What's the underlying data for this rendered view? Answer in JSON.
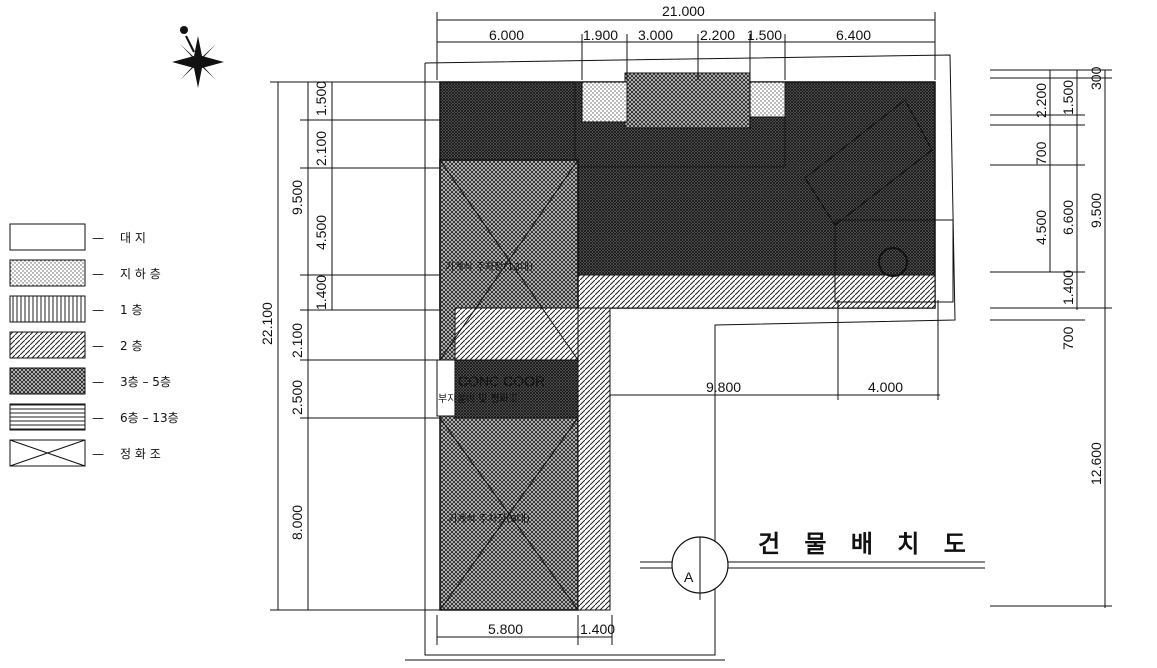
{
  "title": "건 물 배 치 도",
  "section_marker": "A",
  "legend": [
    {
      "pattern": "plain",
      "label": "대    지"
    },
    {
      "pattern": "dots",
      "label": "지 하 층"
    },
    {
      "pattern": "vertical",
      "label": "1    층"
    },
    {
      "pattern": "diagonal",
      "label": "2    층"
    },
    {
      "pattern": "cross",
      "label": "3층  –  5층"
    },
    {
      "pattern": "horizontal",
      "label": "6층  –  13층"
    },
    {
      "pattern": "xbox",
      "label": "정 화 조"
    }
  ],
  "legend_dash": "—",
  "dimensions": {
    "top_total": "21.000",
    "top_parts": [
      "6.000",
      "1.900",
      "3.000",
      "2.200",
      "1.500",
      "6.400"
    ],
    "left_total": "22.100",
    "left_group": "9.500",
    "left_parts_top": [
      "1.500",
      "2.100",
      "4.500",
      "1.400"
    ],
    "left_parts_bottom": [
      "2.100",
      "2.500",
      "8.000"
    ],
    "right_outer": [
      "300",
      "1.500",
      "9.500",
      "12.600"
    ],
    "right_inner": [
      "2.200",
      "700",
      "6.600",
      "1.400",
      "700"
    ],
    "right_far": [
      "4.500"
    ],
    "bottom_parts": [
      "5.800",
      "1.400"
    ],
    "middle": [
      "9.800",
      "4.000"
    ]
  },
  "notes": {
    "conc": "CONC COOR",
    "room_upper": "기계식 주차장(13대)",
    "room_lower": "기계식 주차장(9대)",
    "room_mid": "부지설비 및 정화조"
  },
  "colors": {
    "ink": "#111111",
    "paper": "#ffffff"
  }
}
